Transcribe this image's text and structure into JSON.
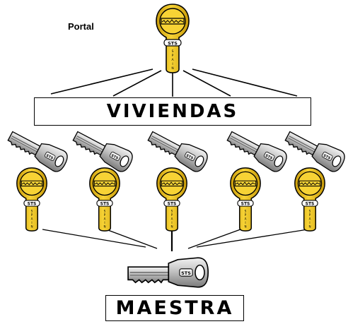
{
  "labels": {
    "portal": "Portal",
    "viviendas": "VIVIENDAS",
    "maestra": "MAESTRA",
    "cylinder_brand": "STS",
    "cylinder_origin": "SPAIN"
  },
  "colors": {
    "cylinder_brass": "#f2c21a",
    "cylinder_shadow": "#c99b0a",
    "key_body": "#d9d9d9",
    "key_shadow": "#8c8c8c",
    "line": "#000000"
  },
  "icons": {
    "cylinder": "euro-cylinder-lock-icon",
    "key": "key-icon"
  }
}
